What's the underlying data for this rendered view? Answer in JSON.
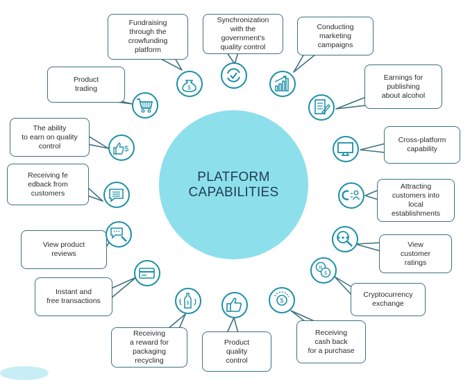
{
  "title": {
    "line1": "PLATFORM",
    "line2": "CAPABILITIES"
  },
  "colors": {
    "circle": "#8ddfec",
    "icon_stroke": "#1a8fa6",
    "callout_border": "#3c7080",
    "text": "#2a2a2a"
  },
  "items": [
    {
      "label": "Fundraising\nthrough the\ncrowfunding\nplatform",
      "icon": "money-bag-icon"
    },
    {
      "label": "Synchronization\nwith the\ngovernment's\nquality control",
      "icon": "sync-check-icon"
    },
    {
      "label": "Conducting\nmarketing\ncampaigns",
      "icon": "growth-chart-icon"
    },
    {
      "label": "Earnings for\npublishing\nabout alcohol",
      "icon": "document-edit-icon"
    },
    {
      "label": "Cross-platform\ncapability",
      "icon": "monitor-icon"
    },
    {
      "label": "Attracting\ncustomers into\nlocal\nestablishments",
      "icon": "magnet-person-icon"
    },
    {
      "label": "View\ncustomer\nratings",
      "icon": "rating-magnifier-icon"
    },
    {
      "label": "Cryptocurrency\nexchange",
      "icon": "crypto-coins-icon"
    },
    {
      "label": "Receiving\ncash back\nfor a purchase",
      "icon": "cashback-icon"
    },
    {
      "label": "Product\nquality\ncontrol",
      "icon": "thumbs-up-icon"
    },
    {
      "label": "Receiving\na reward for\npackaging\nrecycling",
      "icon": "bottle-recycle-icon"
    },
    {
      "label": "Instant and\nfree transactions",
      "icon": "card-icon"
    },
    {
      "label": "View product\nreviews",
      "icon": "review-magnifier-icon"
    },
    {
      "label": "Receiving fe\nedback from\ncustomers",
      "icon": "chat-bubble-icon"
    },
    {
      "label": "The ability\nto earn on quality\ncontrol",
      "icon": "thumbs-up-dollar-icon"
    },
    {
      "label": "Product\ntrading",
      "icon": "cart-icon"
    }
  ]
}
